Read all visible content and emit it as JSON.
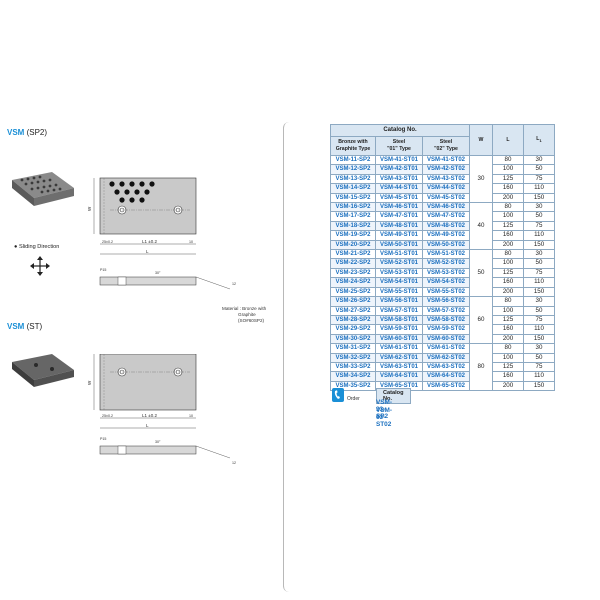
{
  "sections": [
    {
      "code": "VSM",
      "variant": " (SP2)"
    },
    {
      "code": "VSM",
      "variant": " (ST)"
    }
  ],
  "sliding_direction": "Sliding Direction",
  "material": {
    "label": "Material : Bronze with",
    "line2": "Graphite",
    "line3": "(SO#60SP2)"
  },
  "dims": {
    "offset": "25±0.2",
    "l1": "L1 ±0.2",
    "ten": "10",
    "l": "L",
    "w": "W",
    "p15": "P15",
    "t12": "12",
    "angle": "30°"
  },
  "table": {
    "catalog_header": "Catalog No.",
    "col1": [
      "Bronze with",
      "Graphite Type"
    ],
    "col2": [
      "Steel",
      "\"01\" Type"
    ],
    "col3": [
      "Steel",
      "\"02\" Type"
    ],
    "col_w": "W",
    "col_l": "L",
    "col_l1": "L1",
    "rows": [
      {
        "a": "VSM-11-SP2",
        "b": "VSM-41-ST01",
        "c": "VSM-41-ST02",
        "l": "80",
        "l1": "30"
      },
      {
        "a": "VSM-12-SP2",
        "b": "VSM-42-ST01",
        "c": "VSM-42-ST02",
        "l": "100",
        "l1": "50"
      },
      {
        "a": "VSM-13-SP2",
        "b": "VSM-43-ST01",
        "c": "VSM-43-ST02",
        "l": "125",
        "l1": "75"
      },
      {
        "a": "VSM-14-SP2",
        "b": "VSM-44-ST01",
        "c": "VSM-44-ST02",
        "l": "160",
        "l1": "110"
      },
      {
        "a": "VSM-15-SP2",
        "b": "VSM-45-ST01",
        "c": "VSM-45-ST02",
        "l": "200",
        "l1": "150"
      },
      {
        "a": "VSM-16-SP2",
        "b": "VSM-46-ST01",
        "c": "VSM-46-ST02",
        "l": "80",
        "l1": "30"
      },
      {
        "a": "VSM-17-SP2",
        "b": "VSM-47-ST01",
        "c": "VSM-47-ST02",
        "l": "100",
        "l1": "50"
      },
      {
        "a": "VSM-18-SP2",
        "b": "VSM-48-ST01",
        "c": "VSM-48-ST02",
        "l": "125",
        "l1": "75"
      },
      {
        "a": "VSM-19-SP2",
        "b": "VSM-49-ST01",
        "c": "VSM-49-ST02",
        "l": "160",
        "l1": "110"
      },
      {
        "a": "VSM-20-SP2",
        "b": "VSM-50-ST01",
        "c": "VSM-50-ST02",
        "l": "200",
        "l1": "150"
      },
      {
        "a": "VSM-21-SP2",
        "b": "VSM-51-ST01",
        "c": "VSM-51-ST02",
        "l": "80",
        "l1": "30"
      },
      {
        "a": "VSM-22-SP2",
        "b": "VSM-52-ST01",
        "c": "VSM-52-ST02",
        "l": "100",
        "l1": "50"
      },
      {
        "a": "VSM-23-SP2",
        "b": "VSM-53-ST01",
        "c": "VSM-53-ST02",
        "l": "125",
        "l1": "75"
      },
      {
        "a": "VSM-24-SP2",
        "b": "VSM-54-ST01",
        "c": "VSM-54-ST02",
        "l": "160",
        "l1": "110"
      },
      {
        "a": "VSM-25-SP2",
        "b": "VSM-55-ST01",
        "c": "VSM-55-ST02",
        "l": "200",
        "l1": "150"
      },
      {
        "a": "VSM-26-SP2",
        "b": "VSM-56-ST01",
        "c": "VSM-56-ST02",
        "l": "80",
        "l1": "30"
      },
      {
        "a": "VSM-27-SP2",
        "b": "VSM-57-ST01",
        "c": "VSM-57-ST02",
        "l": "100",
        "l1": "50"
      },
      {
        "a": "VSM-28-SP2",
        "b": "VSM-58-ST01",
        "c": "VSM-58-ST02",
        "l": "125",
        "l1": "75"
      },
      {
        "a": "VSM-29-SP2",
        "b": "VSM-59-ST01",
        "c": "VSM-59-ST02",
        "l": "160",
        "l1": "110"
      },
      {
        "a": "VSM-30-SP2",
        "b": "VSM-60-ST01",
        "c": "VSM-60-ST02",
        "l": "200",
        "l1": "150"
      },
      {
        "a": "VSM-31-SP2",
        "b": "VSM-61-ST01",
        "c": "VSM-61-ST02",
        "l": "80",
        "l1": "30"
      },
      {
        "a": "VSM-32-SP2",
        "b": "VSM-62-ST01",
        "c": "VSM-62-ST02",
        "l": "100",
        "l1": "50"
      },
      {
        "a": "VSM-33-SP2",
        "b": "VSM-63-ST01",
        "c": "VSM-63-ST02",
        "l": "125",
        "l1": "75"
      },
      {
        "a": "VSM-34-SP2",
        "b": "VSM-64-ST01",
        "c": "VSM-64-ST02",
        "l": "160",
        "l1": "110"
      },
      {
        "a": "VSM-35-SP2",
        "b": "VSM-65-ST01",
        "c": "VSM-65-ST02",
        "l": "200",
        "l1": "150"
      }
    ],
    "w_groups": [
      "30",
      "40",
      "50",
      "60",
      "80"
    ]
  },
  "order": {
    "label": "Order",
    "catalog_header": "Catalog  No.",
    "examples": [
      "VSM-33-SP2",
      "VSM-63-ST02"
    ]
  },
  "colors": {
    "accent": "#1a8fd6",
    "code_text": "#1a6fbf",
    "header_bg": "#d9e6f2"
  }
}
